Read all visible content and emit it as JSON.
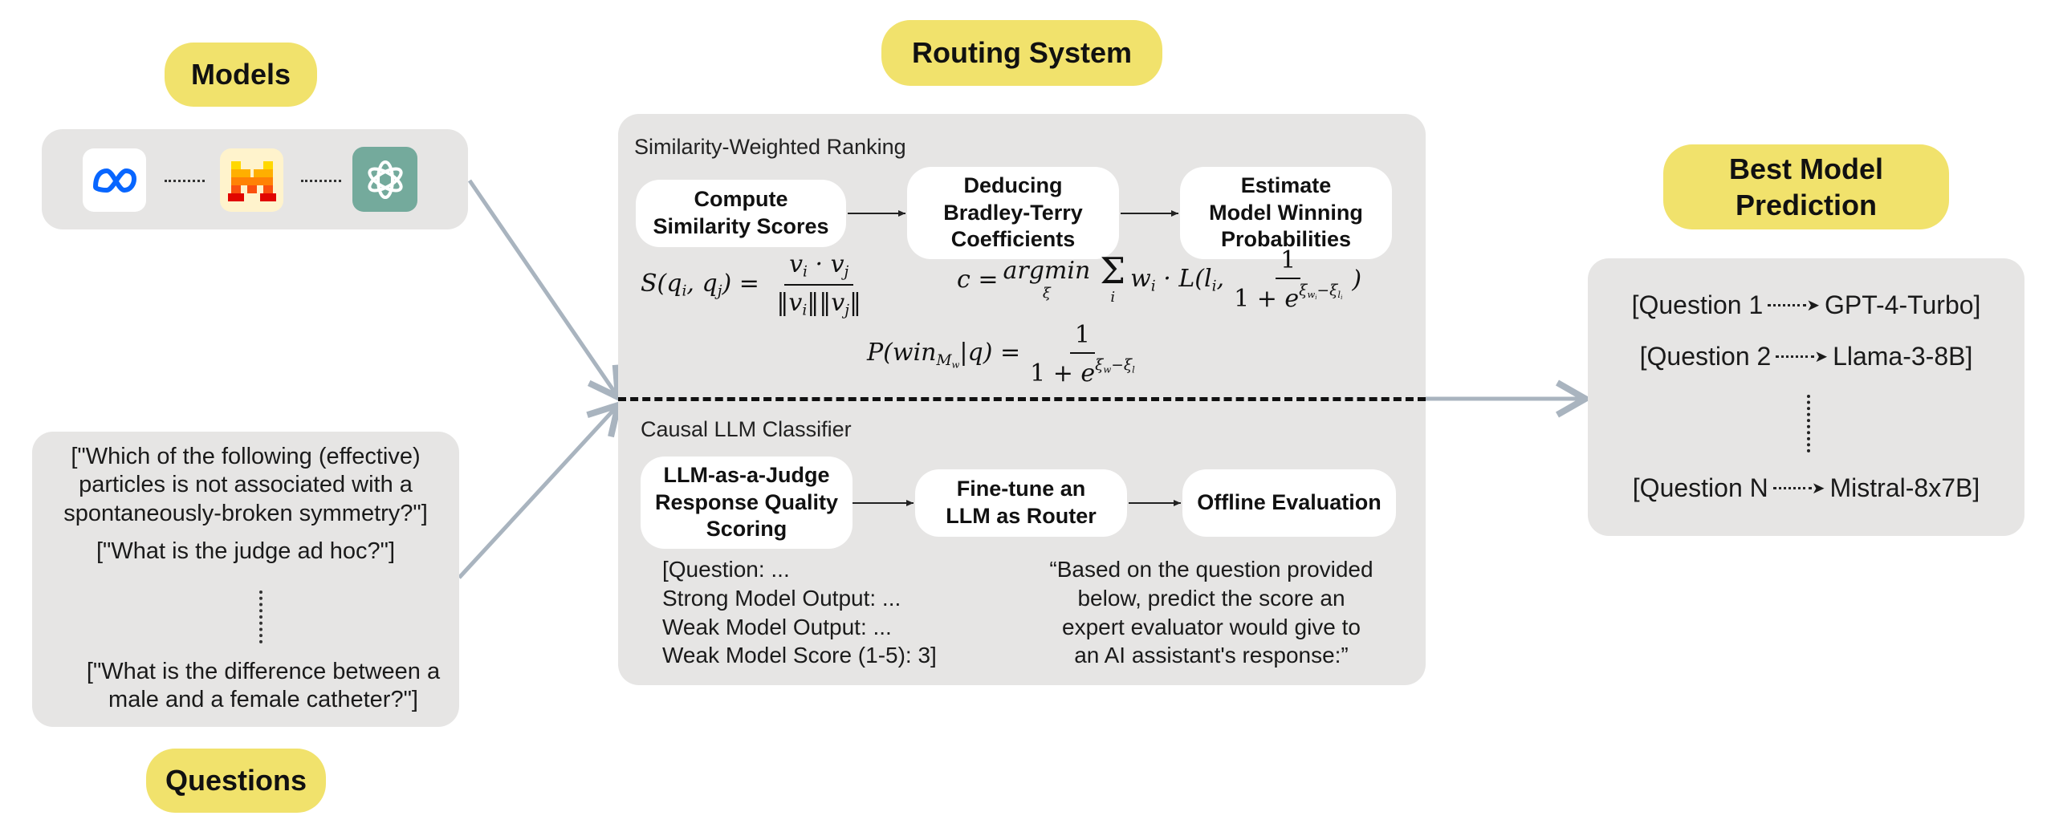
{
  "labels": {
    "models": "Models",
    "routing": "Routing System",
    "best": "Best Model Prediction",
    "questions": "Questions"
  },
  "models_panel": {
    "icons": [
      "meta-logo",
      "mistral-logo",
      "openai-logo"
    ]
  },
  "questions_panel": {
    "q1": "[\"Which of the following (effective) particles is not associated with a spontaneously-broken symmetry?\"]",
    "q2": "[\"What is the judge ad hoc?\"]",
    "q3": "[\"What is the difference between a male and a female catheter?\"]"
  },
  "routing": {
    "section1_title": "Similarity-Weighted Ranking",
    "box1": "Compute\nSimilarity Scores",
    "box2": "Deducing\nBradley-Terry\nCoefficients",
    "box3": "Estimate\nModel Winning\nProbabilities",
    "formula1": "S(q_i, q_j) = (v_i · v_j) / (‖v_i‖‖v_j‖)",
    "formula2": "c = argmin_ξ Σ_i w_i · L(l_i, 1 / (1 + e^(ξ_{w_i} − ξ_{l_i})))",
    "formula3": "P(win_{M_w} | q) = 1 / (1 + e^(ξ_w − ξ_l))",
    "section2_title": "Causal LLM Classifier",
    "box4": "LLM-as-a-Judge\nResponse Quality\nScoring",
    "box5": "Fine-tune an\nLLM as Router",
    "box6": "Offline Evaluation",
    "template_text": "[Question: ...\nStrong Model Output: ...\nWeak Model Output: ...\nWeak Model Score (1-5): 3]",
    "prompt_text": "“Based on the question provided\nbelow, predict the score an\nexpert evaluator would give to\nan AI assistant's response:”"
  },
  "predictions": [
    {
      "question": "[Question 1",
      "model": "GPT-4-Turbo]"
    },
    {
      "question": "[Question 2",
      "model": "Llama-3-8B]"
    },
    {
      "question": "[Question N",
      "model": "Mistral-8x7B]"
    }
  ],
  "colors": {
    "accent_yellow": "#f1e26c",
    "panel_gray": "#e6e5e4",
    "arrow_gray": "#a9b4bf",
    "openai_teal": "#74aa9c",
    "meta_blue": "#0866ff",
    "mistral_orange": "#f7521e"
  }
}
